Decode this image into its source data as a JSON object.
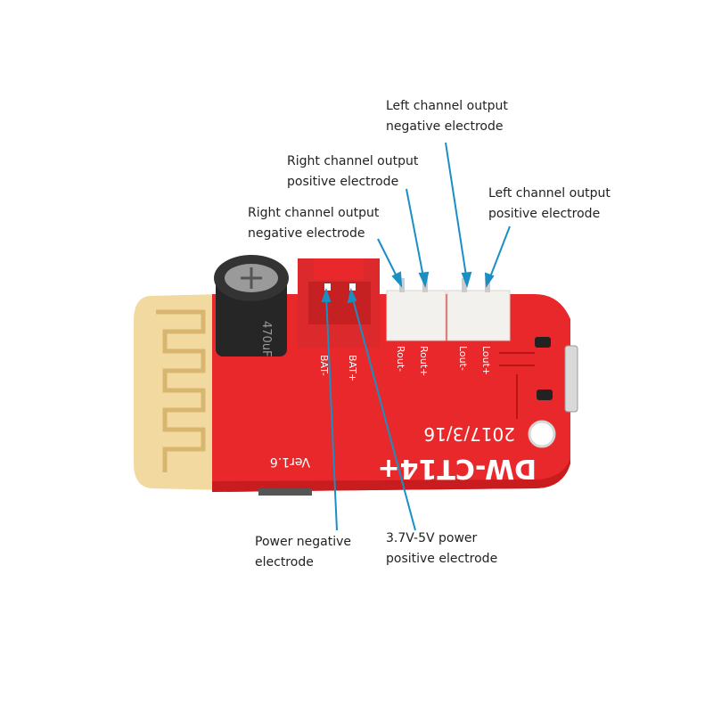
{
  "colors": {
    "pcb": "#e8282a",
    "pcb_dark": "#c81c1e",
    "antenna": "#f2d9a0",
    "connector_red": "#dc2a2c",
    "connector_white": "#f3f1ee",
    "capacitor": "#262626",
    "leader": "#1a8fc4",
    "silkscreen": "#ffffff"
  },
  "labels": {
    "lout_neg": {
      "line1": "Left channel output",
      "line2": "negative electrode"
    },
    "rout_pos": {
      "line1": "Right channel output",
      "line2": "positive electrode"
    },
    "lout_pos": {
      "line1": "Left channel output",
      "line2": "positive electrode"
    },
    "rout_neg": {
      "line1": "Right channel output",
      "line2": "negative electrode"
    },
    "bat_neg": {
      "line1": "Power negative",
      "line2": "electrode"
    },
    "bat_pos": {
      "line1": "3.7V-5V power",
      "line2": "positive electrode"
    }
  },
  "board": {
    "model": "DW-CT14+",
    "version": "Ver1.6",
    "date": "2017/3/16",
    "pins": [
      "BAT-",
      "BAT+",
      "Rout-",
      "Rout+",
      "Lout-",
      "Lout+"
    ],
    "capacitor_text": "470uF"
  }
}
